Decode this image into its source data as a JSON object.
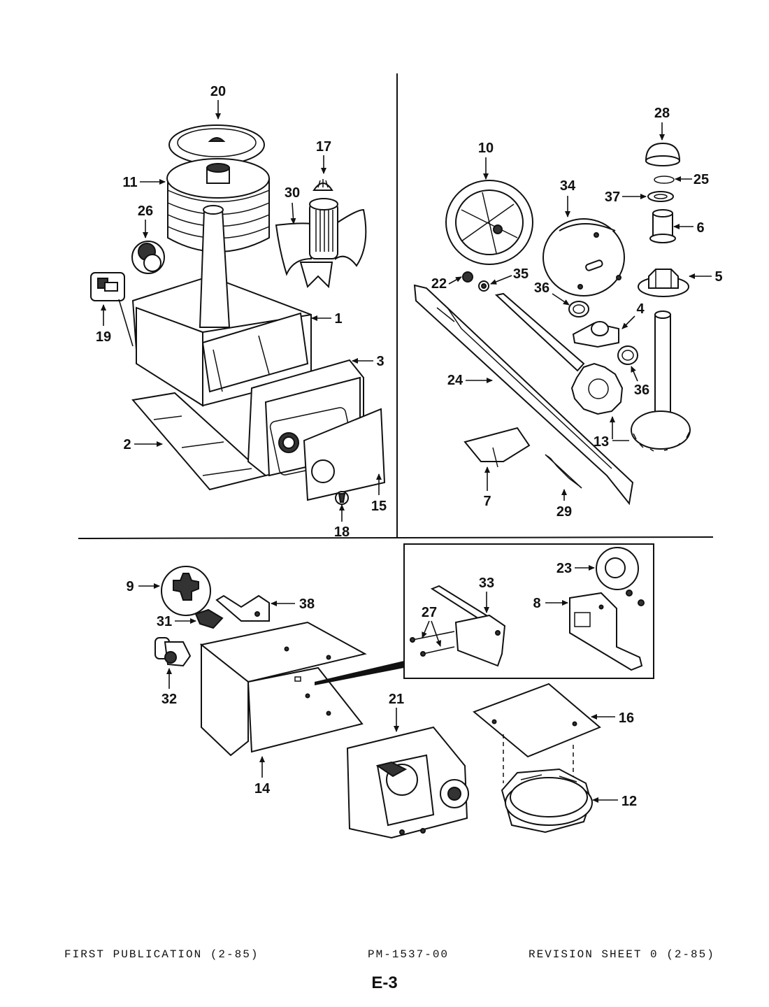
{
  "callouts": {
    "c1": "1",
    "c2": "2",
    "c3": "3",
    "c4": "4",
    "c5": "5",
    "c6": "6",
    "c7": "7",
    "c8": "8",
    "c9": "9",
    "c10": "10",
    "c11": "11",
    "c12": "12",
    "c13": "13",
    "c14": "14",
    "c15": "15",
    "c16": "16",
    "c17": "17",
    "c18": "18",
    "c19": "19",
    "c20": "20",
    "c21": "21",
    "c22": "22",
    "c23": "23",
    "c24": "24",
    "c25": "25",
    "c26": "26",
    "c27": "27",
    "c28": "28",
    "c29": "29",
    "c30": "30",
    "c31": "31",
    "c32": "32",
    "c33": "33",
    "c34": "34",
    "c35": "35",
    "c36a": "36",
    "c36b": "36",
    "c37": "37",
    "c38": "38"
  },
  "footer": {
    "left": "FIRST PUBLICATION (2-85)",
    "center": "PM-1537-00",
    "right": "REVISION SHEET 0 (2-85)",
    "page": "E-3"
  }
}
